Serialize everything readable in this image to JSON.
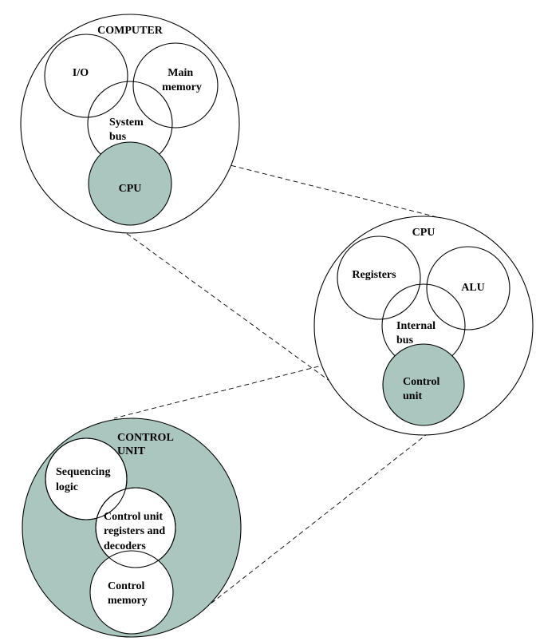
{
  "colors": {
    "shaded": "#aac6bf",
    "plain": "#ffffff",
    "stroke": "#000000"
  },
  "computer": {
    "title": "COMPUTER",
    "io": "I/O",
    "main_memory": [
      "Main",
      "memory"
    ],
    "system_bus": [
      "System",
      "bus"
    ],
    "cpu": "CPU"
  },
  "cpu_detail": {
    "title": "CPU",
    "registers": "Registers",
    "alu": "ALU",
    "internal_bus": [
      "Internal",
      "bus"
    ],
    "control_unit": [
      "Control",
      "unit"
    ]
  },
  "control_unit_detail": {
    "title": [
      "CONTROL",
      "UNIT"
    ],
    "sequencing_logic": [
      "Sequencing",
      "logic"
    ],
    "cu_registers": [
      "Control unit",
      "registers and",
      "decoders"
    ],
    "control_memory": [
      "Control",
      "memory"
    ]
  }
}
